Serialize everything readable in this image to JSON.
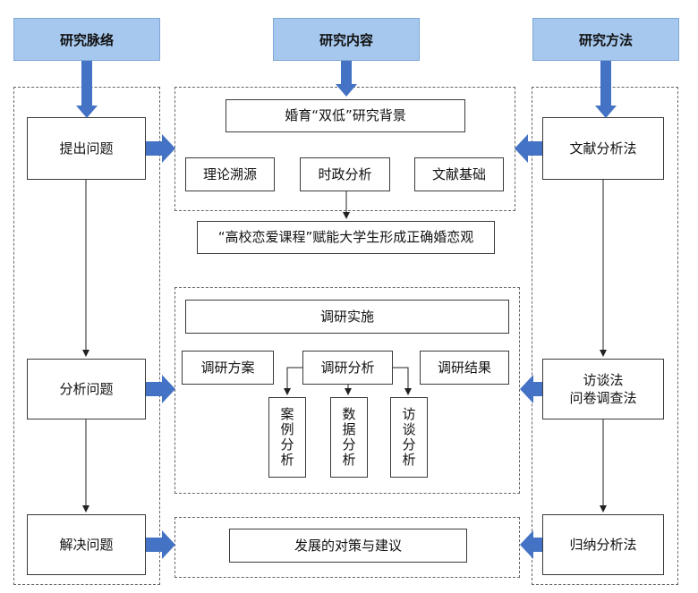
{
  "headers": {
    "left": "研究脉络",
    "middle": "研究内容",
    "right": "研究方法"
  },
  "left_column": {
    "propose": "提出问题",
    "analyze": "分析问题",
    "solve": "解决问题"
  },
  "middle_top": {
    "background": "婚育“双低”研究背景",
    "theory": "理论溯源",
    "policy": "时政分析",
    "literature": "文献基础",
    "goal": "“高校恋爱课程”赋能大学生形成正确婚恋观"
  },
  "middle_mid": {
    "implement": "调研实施",
    "plan": "调研方案",
    "analysis": "调研分析",
    "result": "调研结果",
    "case": "案例分析",
    "data": "数据分析",
    "interview": "访谈分析"
  },
  "middle_bottom": {
    "suggestion": "发展的对策与建议"
  },
  "right_column": {
    "literature_method": "文献分析法",
    "interview_method": "访谈法",
    "survey_method": "问卷调查法",
    "induction_method": "归纳分析法"
  },
  "colors": {
    "header_fill": "#a6c8ee",
    "arrow_fill": "#4472c4"
  }
}
